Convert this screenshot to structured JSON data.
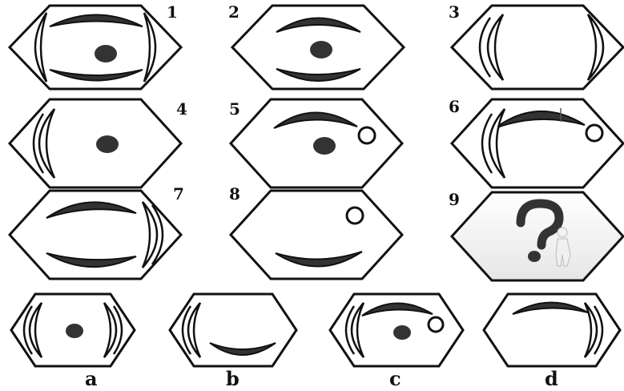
{
  "grid_labels": [
    "1",
    "2",
    "3",
    "4",
    "5",
    "6",
    "7",
    "8",
    "9"
  ],
  "option_labels": [
    "a",
    "b",
    "c",
    "d"
  ],
  "question_icon": "question-mark-figure-icon",
  "colors": {
    "stroke": "#111111",
    "fill": "#333333",
    "background": "#ffffff"
  }
}
